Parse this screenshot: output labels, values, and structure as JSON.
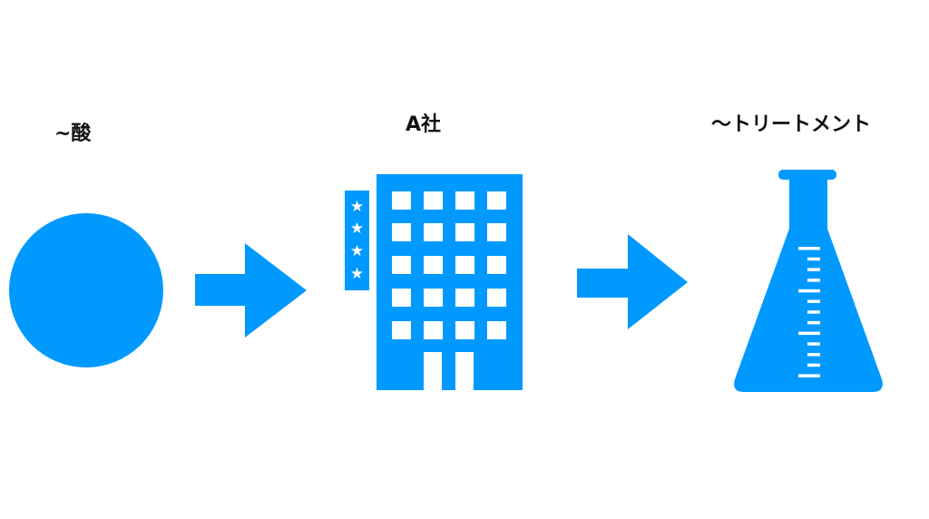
{
  "colors": {
    "accent": "#0099FF",
    "text": "#111111"
  },
  "steps": [
    {
      "label": "~酸",
      "icon": "circle-icon"
    },
    {
      "label": "A社",
      "icon": "building-icon"
    },
    {
      "label": "〜トリートメント",
      "icon": "flask-icon"
    }
  ]
}
